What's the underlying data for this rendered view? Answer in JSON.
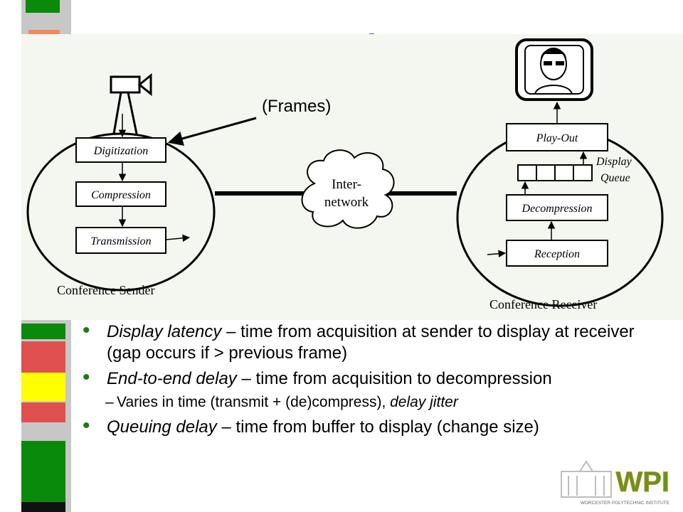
{
  "slide": {
    "title": "Introduction"
  },
  "diagram": {
    "frames_label": "(Frames)",
    "sender": {
      "caption": "Conference Sender",
      "boxes": [
        "Digitization",
        "Compression",
        "Transmission"
      ]
    },
    "network": {
      "line1": "Inter-",
      "line2": "network"
    },
    "receiver": {
      "caption": "Conference Receiver",
      "boxes": [
        "Play-Out",
        "Decompression",
        "Reception"
      ],
      "queue_label_1": "Display",
      "queue_label_2": "Queue"
    }
  },
  "bullets": [
    {
      "term": "Display latency",
      "text": " – time from acquisition at sender to display at receiver (gap occurs if > previous frame)"
    },
    {
      "term": "End-to-end delay",
      "text": " – time from acquisition to decompression"
    },
    {
      "term": "Queuing delay",
      "text": " – time from buffer to display (change size)"
    }
  ],
  "sub_bullet": {
    "text": "Varies in time (transmit + (de)compress), ",
    "term": "delay jitter"
  },
  "logo": {
    "text": "WPI",
    "subtext": "WORCESTER POLYTECHNIC INSTITUTE"
  },
  "colors": {
    "title": "#1f3a8a",
    "bullet": "#1e7a14",
    "logo_green": "#5b9a1f",
    "logo_orange": "#e87a1a"
  }
}
